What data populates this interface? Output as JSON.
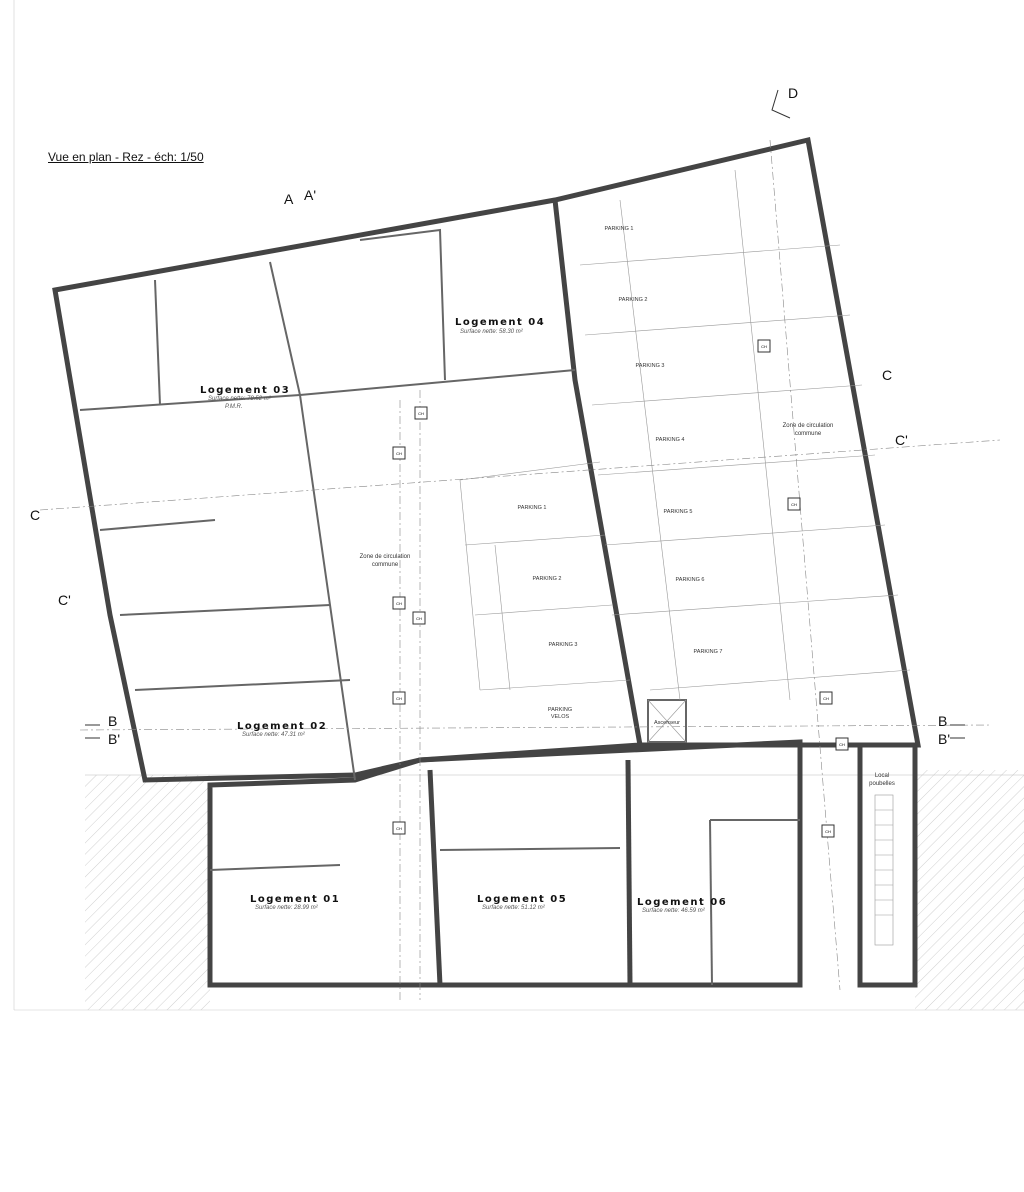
{
  "title": "Vue en plan - Rez - éch: 1/50",
  "units": [
    {
      "name": "Logement 03",
      "surface": "Surface nette: 78.52 m²",
      "note": "P.M.R."
    },
    {
      "name": "Logement 04",
      "surface": "Surface nette: 58.30 m²"
    },
    {
      "name": "Logement 02",
      "surface": "Surface nette: 47.31 m²"
    },
    {
      "name": "Logement 01",
      "surface": "Surface nette: 28.99 m²"
    },
    {
      "name": "Logement 05",
      "surface": "Surface nette: 51.12 m²"
    },
    {
      "name": "Logement 06",
      "surface": "Surface nette: 46.59 m²"
    }
  ],
  "parking_right": [
    "PARKING 1",
    "PARKING 2",
    "PARKING 3",
    "PARKING 4",
    "PARKING 5",
    "PARKING 6",
    "PARKING 7"
  ],
  "parking_middle": [
    "PARKING 1",
    "PARKING 2",
    "PARKING 3"
  ],
  "parking_velos": [
    "PARKING",
    "VELOS"
  ],
  "zone_circulation": [
    "Zone de circulation",
    "commune"
  ],
  "rooms": {
    "elevator": "Ascenseur",
    "bins": [
      "Local",
      "poubelles"
    ],
    "ch": "CH"
  },
  "sections": {
    "a": "A",
    "a2": "A'",
    "b": "B",
    "b2": "B'",
    "c": "C",
    "c2": "C'",
    "d": "D"
  },
  "colors": {
    "wall": "#444444",
    "line": "#999999",
    "hatch": "#bbbbbb"
  }
}
